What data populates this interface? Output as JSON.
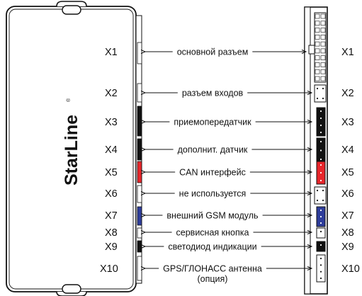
{
  "brand": {
    "name": "StarLine",
    "mark": "®"
  },
  "colors": {
    "red": "#e8262b",
    "blue": "#2e3d9b",
    "black": "#111111"
  },
  "connectors": [
    {
      "id": "X1",
      "label": "основной  разъем",
      "kind": "main"
    },
    {
      "id": "X2",
      "label": "разъем входов",
      "kind": "white"
    },
    {
      "id": "X3",
      "label": "приемопередатчик",
      "kind": "black"
    },
    {
      "id": "X4",
      "label": "дополнит.  датчик",
      "kind": "black"
    },
    {
      "id": "X5",
      "label": "CAN интерфейс",
      "kind": "red"
    },
    {
      "id": "X6",
      "label": "не используется",
      "kind": "white"
    },
    {
      "id": "X7",
      "label": "внешний GSM модуль",
      "kind": "blue"
    },
    {
      "id": "X8",
      "label": "сервисная кнопка",
      "kind": "white"
    },
    {
      "id": "X9",
      "label": "светодиод индикации",
      "kind": "black"
    },
    {
      "id": "X10",
      "label": "GPS/ГЛОНАСС антенна",
      "sublabel": "(опция)",
      "kind": "white"
    }
  ]
}
